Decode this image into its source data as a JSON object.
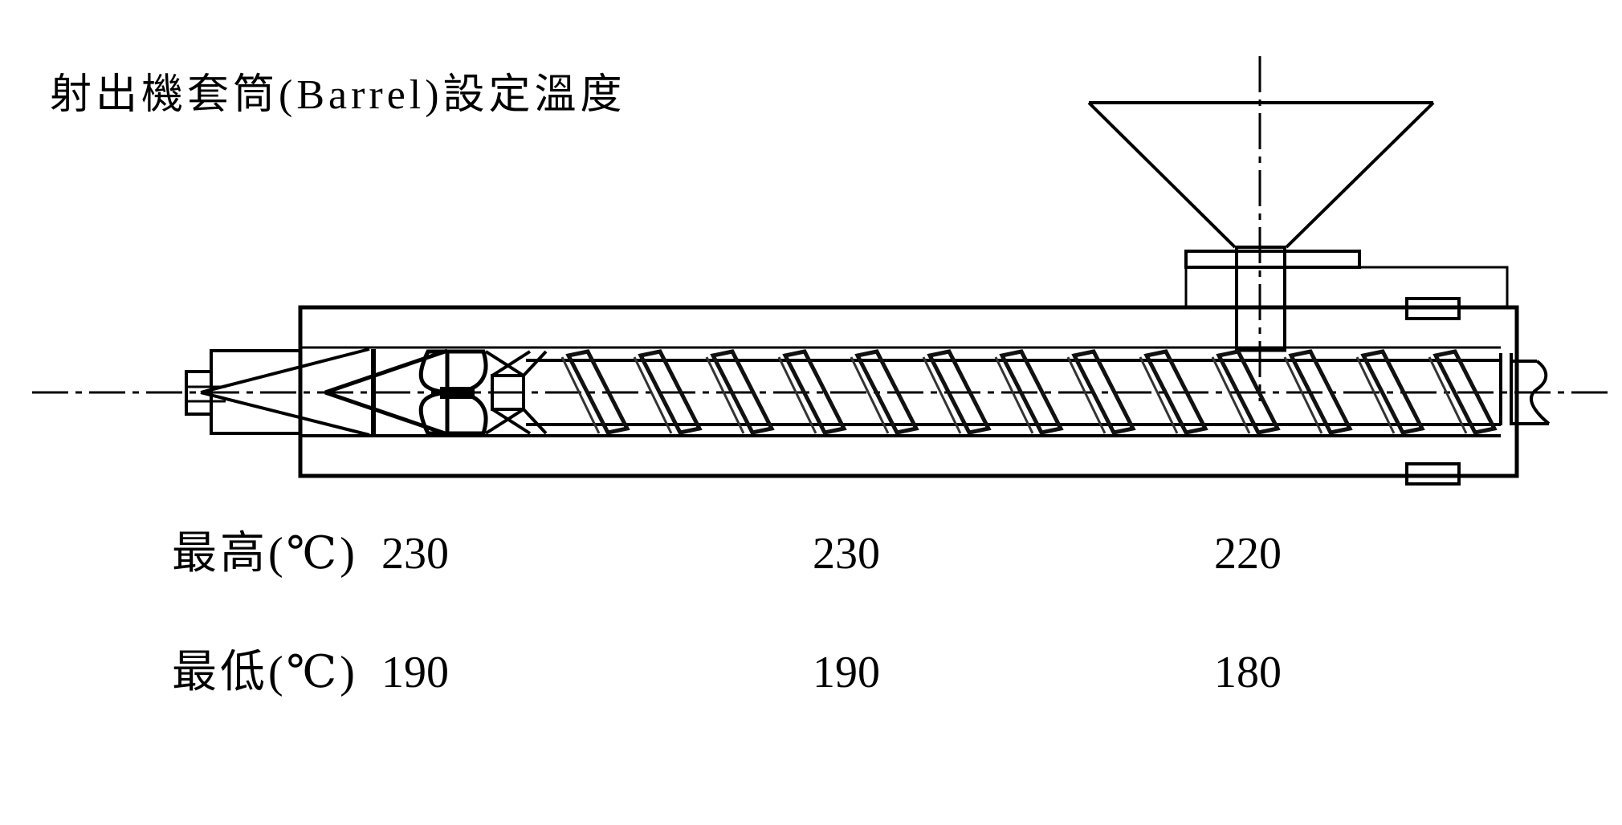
{
  "title": "射出機套筒(Barrel)設定溫度",
  "temperature_table": {
    "rows": [
      {
        "label": "最高(℃)",
        "values": [
          "230",
          "230",
          "220"
        ]
      },
      {
        "label": "最低(℃)",
        "values": [
          "190",
          "190",
          "180"
        ]
      }
    ]
  },
  "diagram": {
    "flight_count": 13
  },
  "colors": {
    "line": "#000000",
    "background": "#ffffff"
  }
}
